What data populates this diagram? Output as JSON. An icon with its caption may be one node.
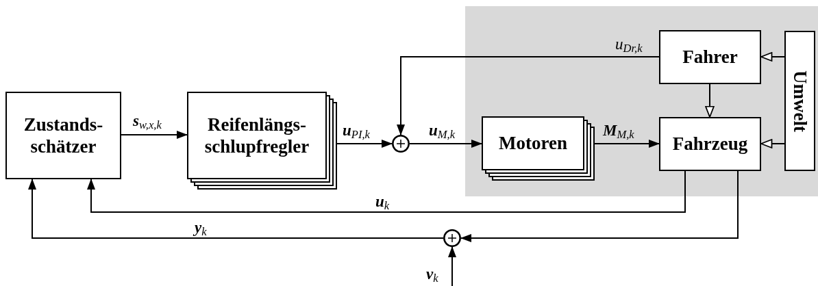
{
  "diagram": {
    "nodes": [
      {
        "text": [
          "Zustands- schätzer"
        ]
      },
      {
        "text": [
          "Reifenlängs- schlupfregler"
        ]
      },
      {
        "text": [],
        "shape": "circle"
      },
      {
        "text": [],
        "shape": "band"
      },
      {
        "text": [
          "Motoren"
        ],
        "in": 3
      },
      {
        "text": [
          "Fahrer"
        ],
        "in": 3
      },
      {
        "text": [
          "Fahrzeug"
        ],
        "in": 3
      },
      {
        "text": [
          "Umwelt"
        ],
        "in": 3
      },
      {
        "text": [],
        "shape": "circle"
      }
    ],
    "edges": [
      {
        "from": 0,
        "to": 1,
        "arrow": "to",
        "label": "**s**$_{w,x,k}$"
      },
      {
        "from": 1,
        "to": 2,
        "arrow": "to",
        "label": "**u**$_{PI,k}$"
      },
      {
        "from": 5,
        "to": 2,
        "arrow": "to",
        "label": "u$_{Dr,k}$"
      },
      {
        "from": 2,
        "to": 4,
        "arrow": "to",
        "label": "**u**$_{M,k}$"
      },
      {
        "from": 4,
        "to": 6,
        "arrow": "to",
        "label": "**M**$_{M,k}$"
      },
      {
        "from": 5,
        "to": 6,
        "arrow": "to"
      },
      {
        "from": 7,
        "to": 5,
        "arrow": "to"
      },
      {
        "from": 7,
        "to": 6,
        "arrow": "to"
      },
      {
        "from": 6,
        "to": 0,
        "arrow": "to",
        "label": "**u**$_{k}$"
      },
      {
        "from": 6,
        "to": 8,
        "arrow": "to"
      },
      {
        "from": 8,
        "to": 0,
        "arrow": "to",
        "label": "**y**$_{k}$"
      },
      {
        "from": null,
        "to": 8,
        "arrow": "to",
        "label": "**v**$_{k}$"
      }
    ]
  }
}
